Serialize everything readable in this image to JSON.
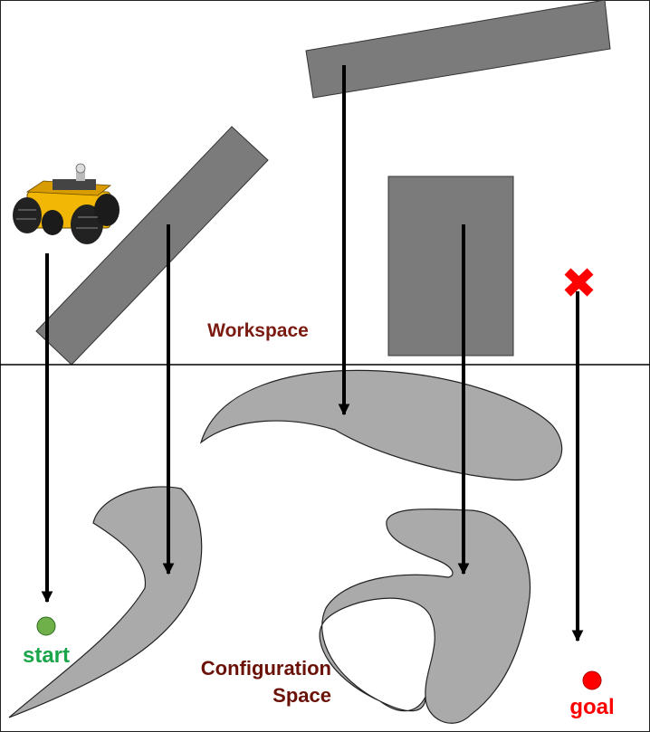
{
  "labels": {
    "workspace": "Workspace",
    "config_line1": "Configuration",
    "config_line2": "Space",
    "start": "start",
    "goal": "goal"
  },
  "colors": {
    "workspace_label": "#7a1a10",
    "config_label": "#6b1208",
    "start_text": "#1aa54a",
    "start_dot": "#6fb04a",
    "goal": "#ff0000",
    "obstacle_dark": "#7b7b7b",
    "obstacle_light": "#aaaaaa",
    "robot_body": "#f2b705"
  },
  "icons": {
    "robot": "rover-robot-icon",
    "goal_marker": "x-mark-icon"
  }
}
